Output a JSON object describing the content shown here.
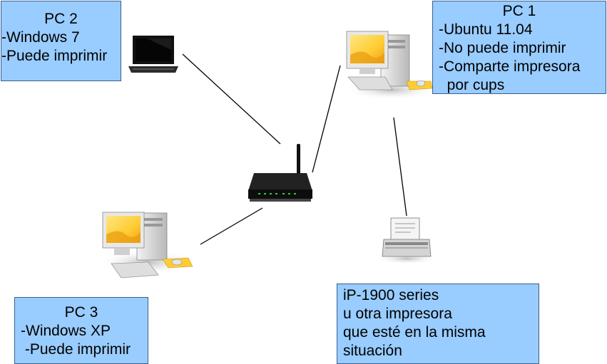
{
  "pc2": {
    "title": "PC 2",
    "lines": [
      "-Windows 7",
      "-Puede imprimir"
    ]
  },
  "pc1": {
    "title": "PC 1",
    "lines": [
      "-Ubuntu 11.04",
      "-No puede imprimir",
      "-Comparte impresora",
      "  por cups"
    ]
  },
  "pc3": {
    "title": "PC 3",
    "lines": [
      "-Windows XP",
      " -Puede imprimir"
    ]
  },
  "printer": {
    "lines": [
      "iP-1900 series",
      "u otra impresora",
      "que esté en la misma",
      "situación"
    ]
  },
  "icons": {
    "laptop": "laptop-icon",
    "desktop": "desktop-computer-icon",
    "router": "wireless-router-icon",
    "printer": "printer-icon"
  },
  "colors": {
    "label_box": "#99ccff",
    "screen": "#ffcc33",
    "case": "#d9d9d9",
    "router": "#1a1a1a"
  }
}
